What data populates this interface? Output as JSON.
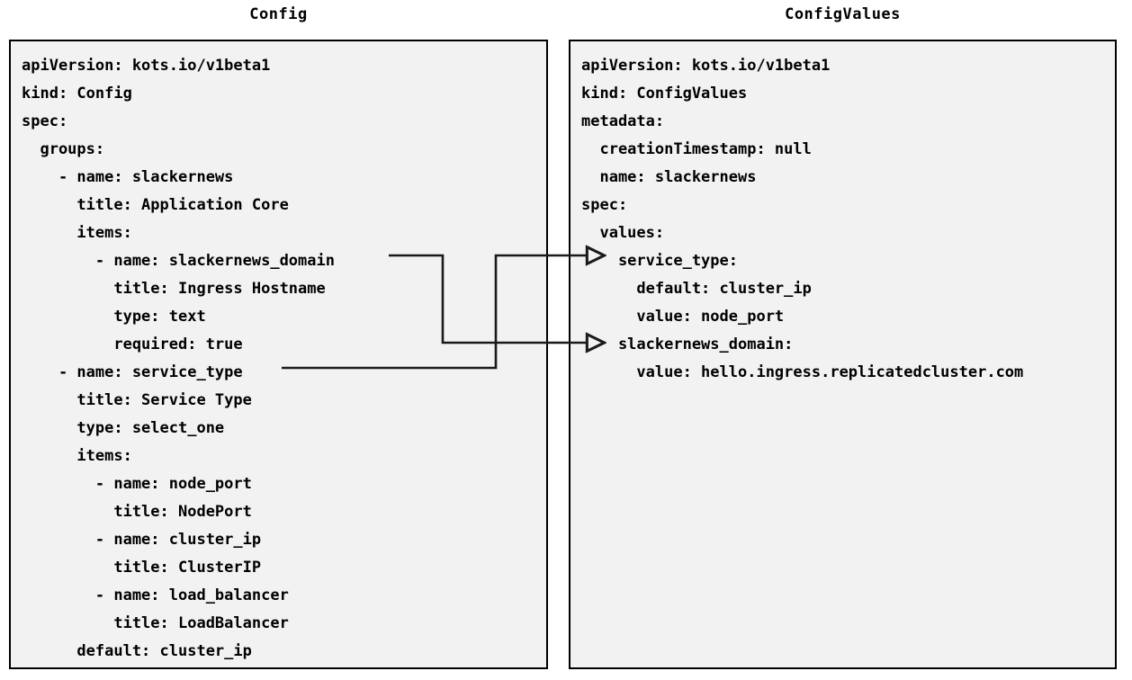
{
  "diagram": {
    "title_left": "Config",
    "title_right": "ConfigValues",
    "background_color": "#ffffff",
    "panel_fill": "#f2f2f2",
    "panel_border_color": "#000000",
    "text_color": "#000000",
    "connector_color": "#1a1a1a"
  },
  "config_panel": {
    "title": "Config",
    "lines": [
      "apiVersion: kots.io/v1beta1",
      "kind: Config",
      "spec:",
      "  groups:",
      "    - name: slackernews",
      "      title: Application Core",
      "      items:",
      "        - name: slackernews_domain",
      "          title: Ingress Hostname",
      "          type: text",
      "          required: true",
      "    - name: service_type",
      "      title: Service Type",
      "      type: select_one",
      "      items:",
      "        - name: node_port",
      "          title: NodePort",
      "        - name: cluster_ip",
      "          title: ClusterIP",
      "        - name: load_balancer",
      "          title: LoadBalancer",
      "      default: cluster_ip"
    ]
  },
  "configvalues_panel": {
    "title": "ConfigValues",
    "lines": [
      "apiVersion: kots.io/v1beta1",
      "kind: ConfigValues",
      "metadata:",
      "  creationTimestamp: null",
      "  name: slackernews",
      "spec:",
      "  values:",
      "    service_type:",
      "      default: cluster_ip",
      "      value: node_port",
      "    slackernews_domain:",
      "      value: hello.ingress.replicatedcluster.com"
    ]
  },
  "connectors": [
    {
      "name": "slackernews-domain-mapping",
      "from_label": "- name: slackernews_domain",
      "to_label": "slackernews_domain:",
      "arrowhead": "open-triangle"
    },
    {
      "name": "service-type-mapping",
      "from_label": "- name: service_type",
      "to_label": "service_type:",
      "arrowhead": "open-triangle"
    }
  ]
}
